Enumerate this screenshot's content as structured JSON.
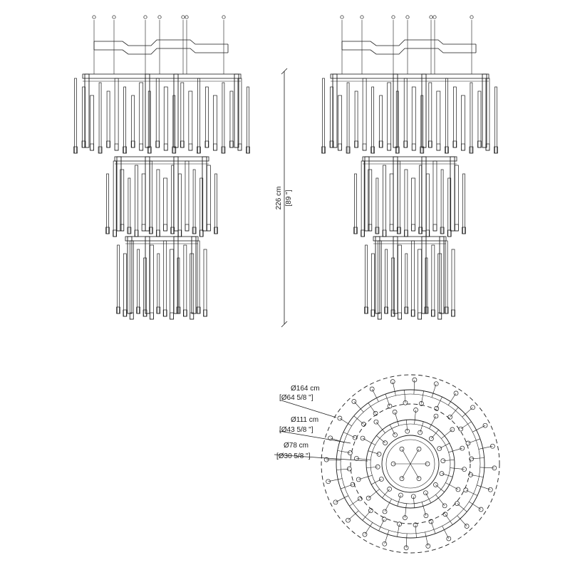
{
  "height_dimension": {
    "metric": "226 cm",
    "imperial": "[89 \"]"
  },
  "diameters": [
    {
      "metric": "Ø164 cm",
      "imperial": "[Ø64 5/8 \"]"
    },
    {
      "metric": "Ø111 cm",
      "imperial": "[Ø43 5/8 \"]"
    },
    {
      "metric": "Ø78 cm",
      "imperial": "[Ø30 5/8 \"]"
    }
  ],
  "colors": {
    "line": "#1a1a1a",
    "background": "#ffffff"
  }
}
